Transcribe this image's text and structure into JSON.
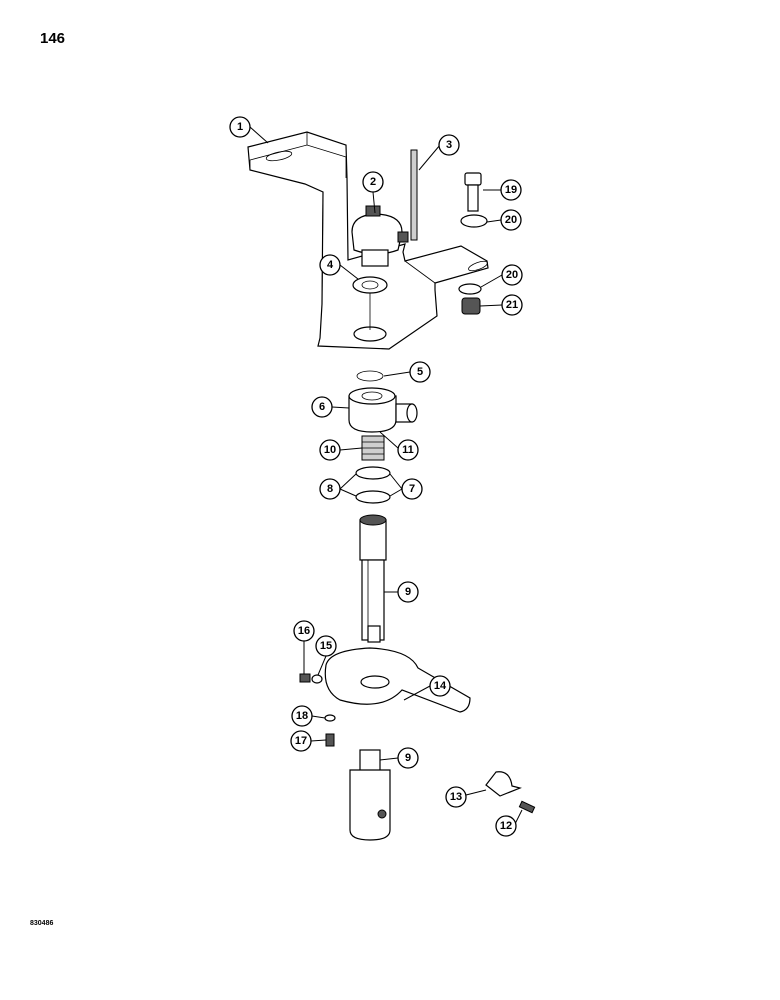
{
  "page_number": "146",
  "figure_code": "830486",
  "callouts": [
    "1",
    "2",
    "3",
    "19",
    "20",
    "4",
    "20",
    "21",
    "5",
    "6",
    "11",
    "10",
    "8",
    "7",
    "9",
    "16",
    "15",
    "14",
    "18",
    "17",
    "9",
    "13",
    "12"
  ]
}
